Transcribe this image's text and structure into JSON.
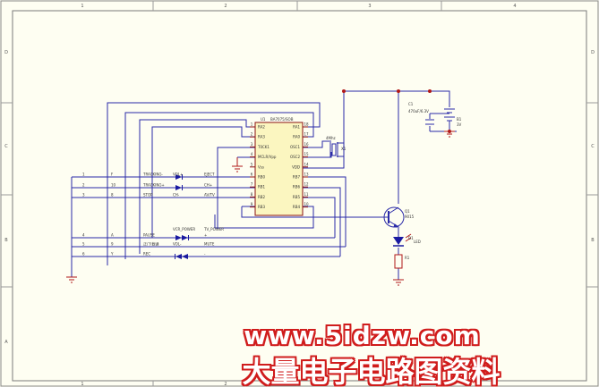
{
  "frame": {
    "columns": [
      "1",
      "2",
      "3",
      "4"
    ],
    "rows": [
      "D",
      "C",
      "B",
      "A"
    ]
  },
  "chip": {
    "ref": "U1",
    "part": "BA7075/SOB",
    "left_pins": [
      {
        "num": "1",
        "name": "RA2"
      },
      {
        "num": "2",
        "name": "RA3"
      },
      {
        "num": "3",
        "name": "T0CK1"
      },
      {
        "num": "4",
        "name": "MCLR/Vpp"
      },
      {
        "num": "5",
        "name": "Vss"
      },
      {
        "num": "6",
        "name": "RB0"
      },
      {
        "num": "7",
        "name": "RB1"
      },
      {
        "num": "8",
        "name": "RB2"
      },
      {
        "num": "9",
        "name": "RB3"
      }
    ],
    "right_pins": [
      {
        "num": "18",
        "name": "RA1"
      },
      {
        "num": "17",
        "name": "RA0"
      },
      {
        "num": "16",
        "name": "OSC1"
      },
      {
        "num": "15",
        "name": "OSC2"
      },
      {
        "num": "14",
        "name": "VDD"
      },
      {
        "num": "13",
        "name": "RB7"
      },
      {
        "num": "12",
        "name": "RB6"
      },
      {
        "num": "11",
        "name": "RB5"
      },
      {
        "num": "10",
        "name": "RB4"
      }
    ]
  },
  "crystal": {
    "label": "4Mhz",
    "ref": "X1"
  },
  "capacitor": {
    "ref": "C1",
    "value": "470uF/6.3V"
  },
  "battery": {
    "ref": "B1",
    "value": "3V"
  },
  "transistor": {
    "ref": "Q1",
    "part": "9015"
  },
  "led": {
    "ref": "D1",
    "label": "LED"
  },
  "resistor": {
    "ref": "R1"
  },
  "connector_rows": [
    {
      "num": "1",
      "letter": "F",
      "signal": "TRACKING-",
      "key": "VOL+",
      "func": "EJECT"
    },
    {
      "num": "2",
      "letter": "10",
      "signal": "TRACKING+",
      "key": "",
      "func": "CH+"
    },
    {
      "num": "3",
      "letter": "8",
      "signal": "STOP",
      "key": "CH-",
      "func": "AV/TV"
    },
    {
      "num": "4",
      "letter": "A",
      "signal": "PAUSE",
      "key": "",
      "func": "+"
    },
    {
      "num": "5",
      "letter": "9",
      "signal": "正/下载键",
      "key": "VOL-",
      "func": "MUTE"
    },
    {
      "num": "6",
      "letter": "Y",
      "signal": "REC",
      "key": "",
      "func": "-"
    }
  ],
  "power_labels": {
    "vcr": "VCR_POWER",
    "tv": "TV_POWER"
  },
  "watermark": {
    "url": "www.5idzw.com",
    "title": "大量电子电路图资料"
  }
}
